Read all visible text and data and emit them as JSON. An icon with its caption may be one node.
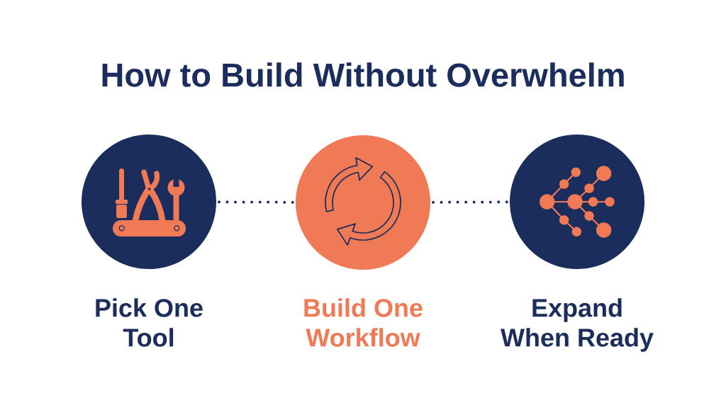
{
  "diagram": {
    "title": "How to Build Without Overwhelm",
    "nodes": [
      {
        "text": [
          "Pick One Tool"
        ]
      },
      {
        "text": [
          "Build One Workflow"
        ]
      },
      {
        "text": [
          "Expand When Ready"
        ]
      }
    ],
    "edges": [
      {
        "from": 0,
        "to": 1,
        "arrow": "none",
        "style": "dashed"
      },
      {
        "from": 1,
        "to": 2,
        "arrow": "none",
        "style": "dashed"
      }
    ]
  }
}
